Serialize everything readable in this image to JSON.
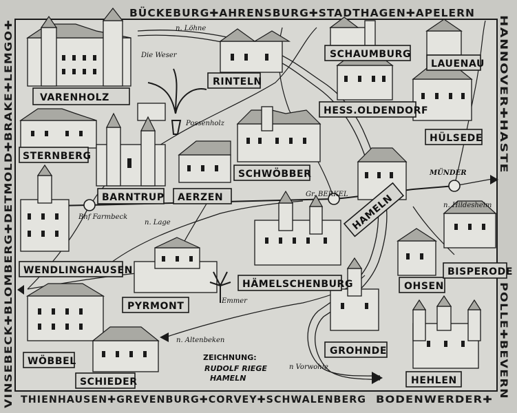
{
  "border": {
    "top": "BÜCKEBURG✚AHRENSBURG✚STADTHAGEN✚APELERN",
    "bottom": "THIENHAUSEN✚GREVENBURG✚CORVEY✚SCHWALENBERG",
    "bottom_right": "BODENWERDER✚",
    "left": "VINSEBECK✚BLOMBERG✚DETMOLD✚BRAKE✚LEMGO✚",
    "right_top": "HANNOVER✚HASTE",
    "right_bottom": "POLLE✚BEVERN"
  },
  "places": {
    "varenholz": "VARENHOLZ",
    "rinteln": "RINTELN",
    "schaumburg": "SCHAUMBURG",
    "lauenau": "LAUENAU",
    "hess_oldendorf": "HESS.OLDENDORF",
    "huelsede": "HÜLSEDE",
    "sternberg": "STERNBERG",
    "barntrup": "BARNTRUP",
    "aerzen": "AERZEN",
    "schwoebber": "SCHWÖBBER",
    "hameln": "HAMELN",
    "wendlinghausen": "WENDLINGHAUSEN",
    "pyrmont": "PYRMONT",
    "haemelschenburg": "HÄMELSCHENBURG",
    "ohsen": "OHSEN",
    "bisperode": "BISPERODE",
    "woebbel": "WÖBBEL",
    "schieder": "SCHIEDER",
    "grohnde": "GROHNDE",
    "hehlen": "HEHLEN"
  },
  "annotations": {
    "loehne": "n. Löhne",
    "weser": "Die Weser",
    "possenholz": "Possenholz",
    "gr_berkel": "Gr. BERKEL",
    "muender": "MÜNDER",
    "n_hildesheim": "n. Hildesheim",
    "bhf_farmbeck": "Bhf Farmbeck",
    "n_lage": "n. Lage",
    "emmer": "Emmer",
    "n_altenbeken": "n. Altenbeken",
    "n_vorwohle": "n Vorwohle"
  },
  "credit": {
    "line1": "ZEICHNUNG:",
    "line2": "RUDOLF RIEGE",
    "line3": "HAMELN"
  }
}
